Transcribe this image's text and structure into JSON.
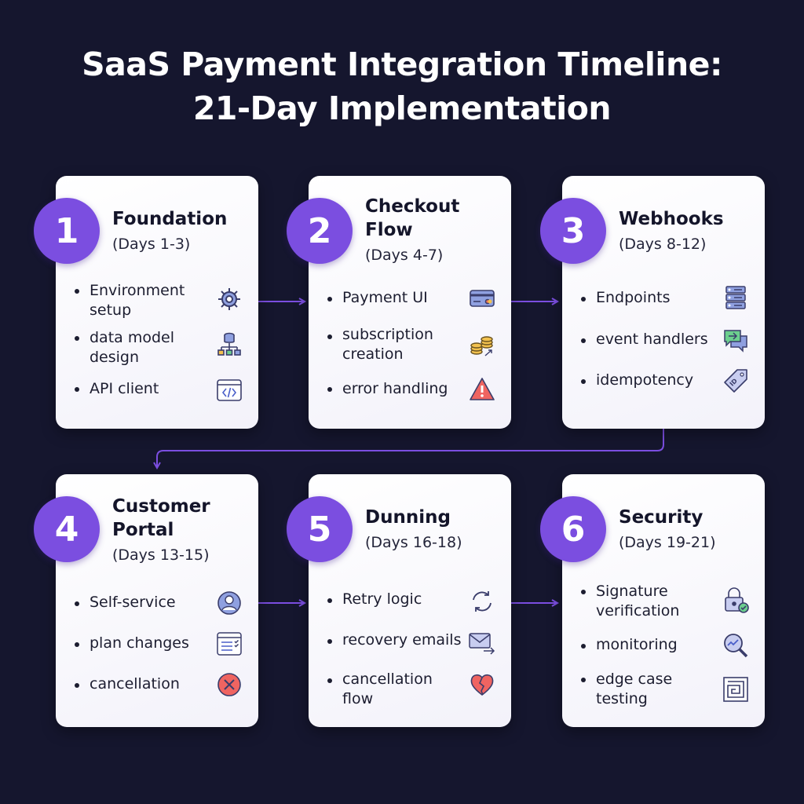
{
  "title_line1": "SaaS Payment Integration Timeline:",
  "title_line2": "21-Day Implementation",
  "colors": {
    "background": "#15162e",
    "accent": "#7b4ee0",
    "card": "#ffffff"
  },
  "phases": [
    {
      "number": "1",
      "title": "Foundation",
      "days": "(Days 1-3)",
      "items": [
        {
          "label": "Environment setup",
          "icon": "gear-icon"
        },
        {
          "label": "data model design",
          "icon": "database-tree-icon"
        },
        {
          "label": "API client",
          "icon": "code-window-icon"
        }
      ]
    },
    {
      "number": "2",
      "title": "Checkout Flow",
      "days": "(Days 4-7)",
      "items": [
        {
          "label": "Payment UI",
          "icon": "credit-card-icon"
        },
        {
          "label": "subscription creation",
          "icon": "coins-icon"
        },
        {
          "label": "error handling",
          "icon": "warning-icon"
        }
      ]
    },
    {
      "number": "3",
      "title": "Webhooks",
      "days": "(Days 8-12)",
      "items": [
        {
          "label": "Endpoints",
          "icon": "server-icon"
        },
        {
          "label": "event handlers",
          "icon": "chat-arrow-icon"
        },
        {
          "label": "idempotency",
          "icon": "id-tag-icon"
        }
      ]
    },
    {
      "number": "4",
      "title": "Customer Portal",
      "days": "(Days 13-15)",
      "items": [
        {
          "label": "Self-service",
          "icon": "user-icon"
        },
        {
          "label": "plan changes",
          "icon": "list-window-icon"
        },
        {
          "label": "cancellation",
          "icon": "cancel-icon"
        }
      ]
    },
    {
      "number": "5",
      "title": "Dunning",
      "days": "(Days 16-18)",
      "items": [
        {
          "label": "Retry logic",
          "icon": "retry-icon"
        },
        {
          "label": "recovery emails",
          "icon": "email-arrow-icon"
        },
        {
          "label": "cancellation flow",
          "icon": "broken-heart-icon"
        }
      ]
    },
    {
      "number": "6",
      "title": "Security",
      "days": "(Days 19-21)",
      "items": [
        {
          "label": "Signature verification",
          "icon": "lock-check-icon"
        },
        {
          "label": "monitoring",
          "icon": "magnifier-chart-icon"
        },
        {
          "label": "edge case testing",
          "icon": "maze-icon"
        }
      ]
    }
  ]
}
